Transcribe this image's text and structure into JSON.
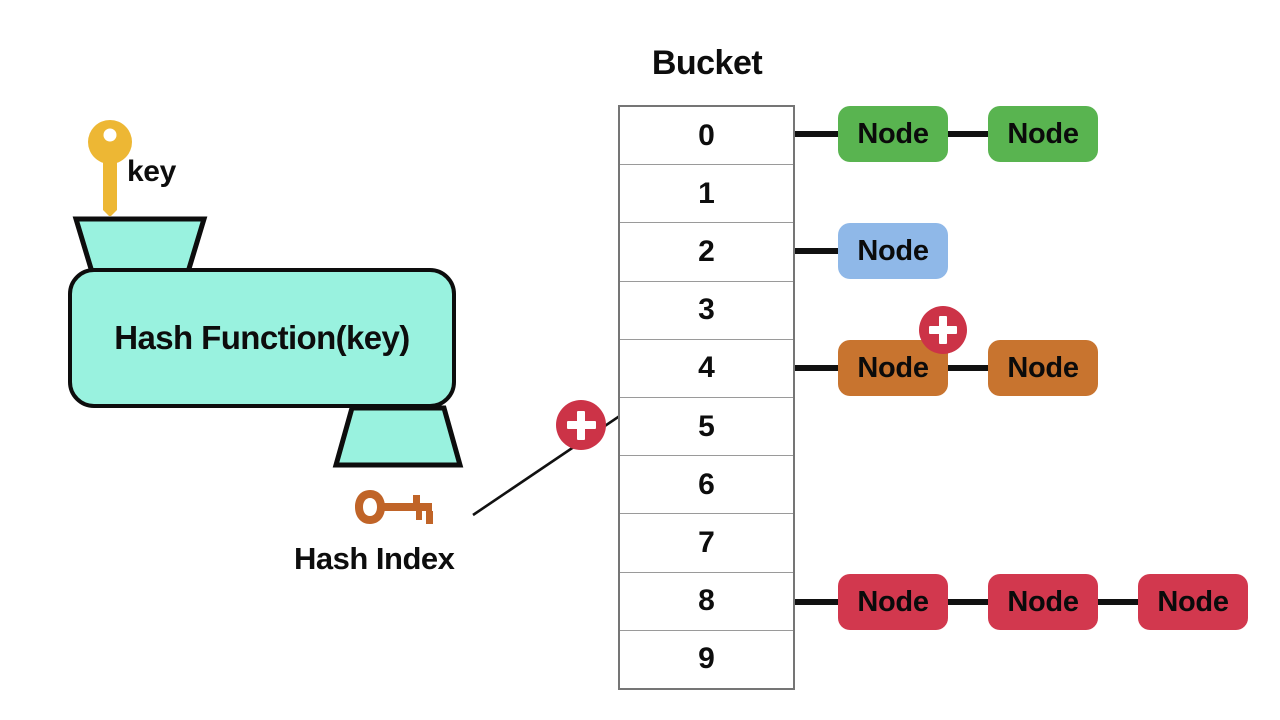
{
  "diagram": {
    "title_visible": false,
    "bucket": {
      "header": "Bucket",
      "indices": [
        "0",
        "1",
        "2",
        "3",
        "4",
        "5",
        "6",
        "7",
        "8",
        "9"
      ]
    },
    "chains": [
      {
        "bucket": "0",
        "color": "#59b450",
        "color_name": "green",
        "nodes": [
          "Node",
          "Node"
        ],
        "has_plus_badge": false
      },
      {
        "bucket": "2",
        "color": "#8fb8e8",
        "color_name": "blue",
        "nodes": [
          "Node"
        ],
        "has_plus_badge": false
      },
      {
        "bucket": "4",
        "color": "#c8742f",
        "color_name": "orange",
        "nodes": [
          "Node",
          "Node"
        ],
        "has_plus_badge": true
      },
      {
        "bucket": "8",
        "color": "#d2384e",
        "color_name": "red",
        "nodes": [
          "Node",
          "Node",
          "Node"
        ],
        "has_plus_badge": false
      }
    ],
    "left_panel": {
      "key_label": "key",
      "key_icon_name": "yellow-key-icon",
      "key_icon_color": "#edb734",
      "hash_function_label": "Hash Function(key)",
      "hash_function_fill": "#99f2df",
      "funnel_icon_name": "funnel-shape",
      "hash_index_label": "Hash Index",
      "hash_index_icon_name": "orange-key-icon",
      "hash_index_icon_color": "#c06428"
    },
    "annotations": {
      "plus_badge_color": "#cc3347",
      "plus_badge_glyph": "+",
      "arrow_target_bucket": "4",
      "arrow_icon_name": "insert-arrow"
    }
  }
}
